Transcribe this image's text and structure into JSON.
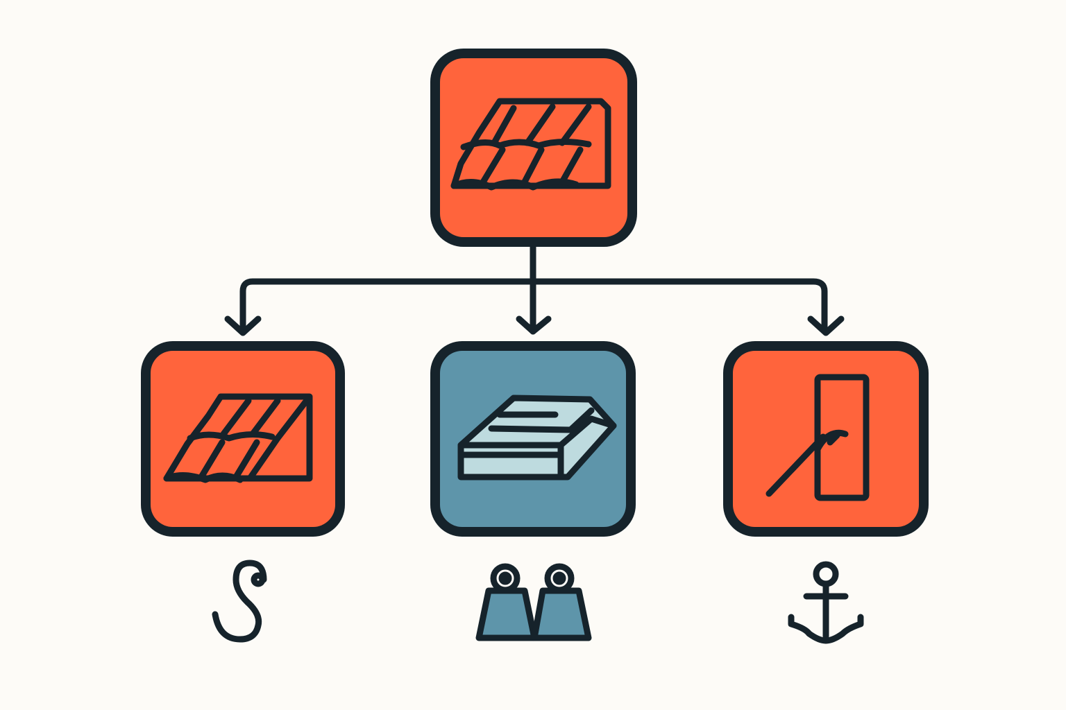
{
  "colors": {
    "background": "#FDFBF7",
    "outline": "#16232B",
    "orange": "#FF643C",
    "blue": "#5E95AA",
    "light_blue": "#BEDBDF"
  },
  "diagram": {
    "type": "tree",
    "root": {
      "icon": "roof-tiles-icon",
      "fill": "orange"
    },
    "children": [
      {
        "icon": "roof-tiles-icon",
        "fill": "orange",
        "symbol": "s-hook-icon"
      },
      {
        "icon": "slab-block-icon",
        "fill": "blue",
        "symbol": "weights-icon"
      },
      {
        "icon": "board-with-brush-icon",
        "fill": "orange",
        "symbol": "anchor-icon"
      }
    ]
  }
}
